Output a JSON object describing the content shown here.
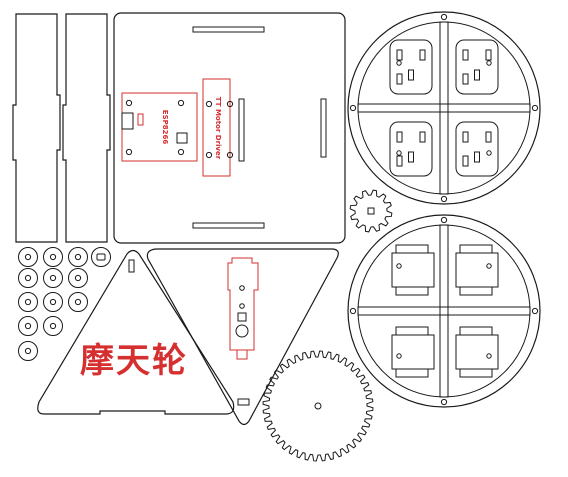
{
  "engraving": {
    "title": "摩天轮",
    "pcb_label_a": "ESP8266",
    "pcb_label_b": "TT Motor Driver"
  },
  "colors": {
    "cut_line": "#1a1a1a",
    "engrave": "#d62f2f",
    "background": "#ffffff"
  }
}
